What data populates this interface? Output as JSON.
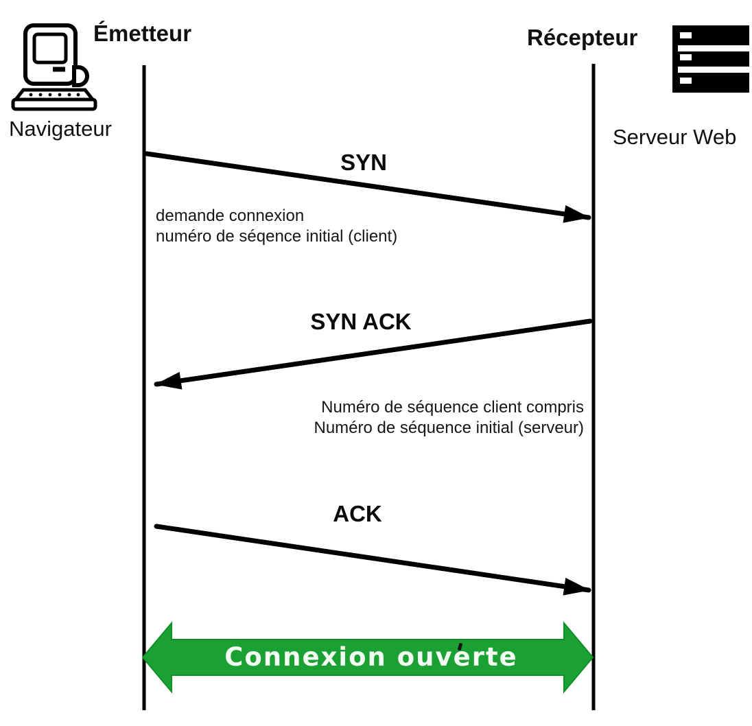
{
  "sender": {
    "role_label": "Émetteur",
    "device_label": "Navigateur",
    "icon": "mac-computer-icon"
  },
  "receiver": {
    "role_label": "Récepteur",
    "device_label": "Serveur Web",
    "icon": "server-stack-icon"
  },
  "messages": {
    "syn": {
      "label": "SYN",
      "direction": "sender-to-receiver",
      "note_lines": [
        "demande connexion",
        "numéro de séqence initial (client)"
      ]
    },
    "syn_ack": {
      "label": "SYN ACK",
      "direction": "receiver-to-sender",
      "note_lines": [
        "Numéro de séquence client compris",
        "Numéro de séquence initial (serveur)"
      ]
    },
    "ack": {
      "label": "ACK",
      "direction": "sender-to-receiver"
    }
  },
  "banner": {
    "label": "Connexion ouverte",
    "color": "#1BA033",
    "edge_color": "#0E8F26",
    "text_color": "#F2FCF2"
  },
  "colors": {
    "line": "#000000",
    "text": "#111111"
  }
}
